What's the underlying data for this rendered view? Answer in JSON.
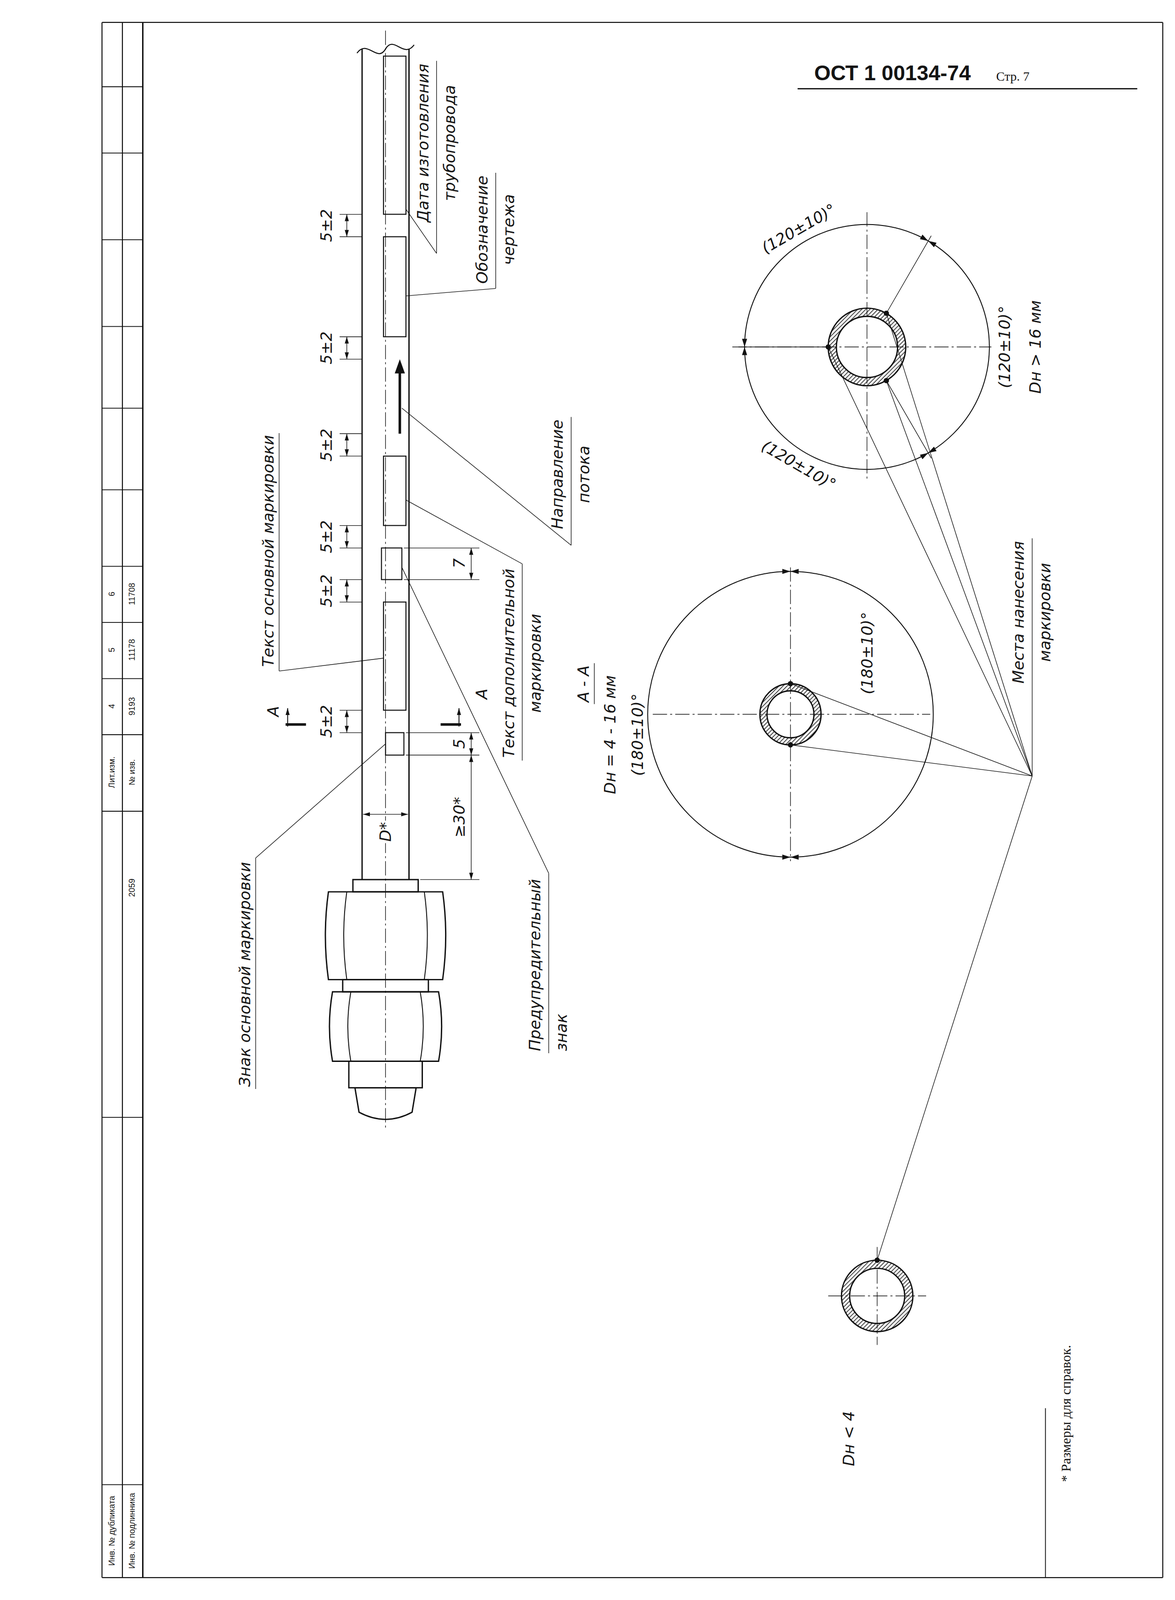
{
  "diagram": {
    "labels": [
      "Инв. № дубликата",
      "Инв. № подлинника",
      "2059",
      "Лит.изм.",
      "4",
      "5",
      "6",
      "№ изв.",
      "9193",
      "11178",
      "11708",
      "ОСТ 1 00134-74",
      "Стр. 7",
      "Дата изготовления трубопровода",
      "Обозначение чертежа",
      "Направление потока",
      "Текст основной маркировки",
      "Текст дополнительной маркировки",
      "Знак основной маркировки",
      "Предупредительный знак",
      "5±2",
      "5±2",
      "5±2",
      "5±2",
      "5±2",
      "5±2",
      "5",
      "7",
      "≥30*",
      "D*",
      "А",
      "А",
      "А - А",
      "Dн = 4 - 16 мм",
      "(180±10)°",
      "(180±10)°",
      "Dн > 16 мм",
      "(120±10)°",
      "(120±10)°",
      "(120±10)°",
      "Места нанесения маркировки",
      "Dн < 4",
      "* Размеры для справок."
    ]
  }
}
